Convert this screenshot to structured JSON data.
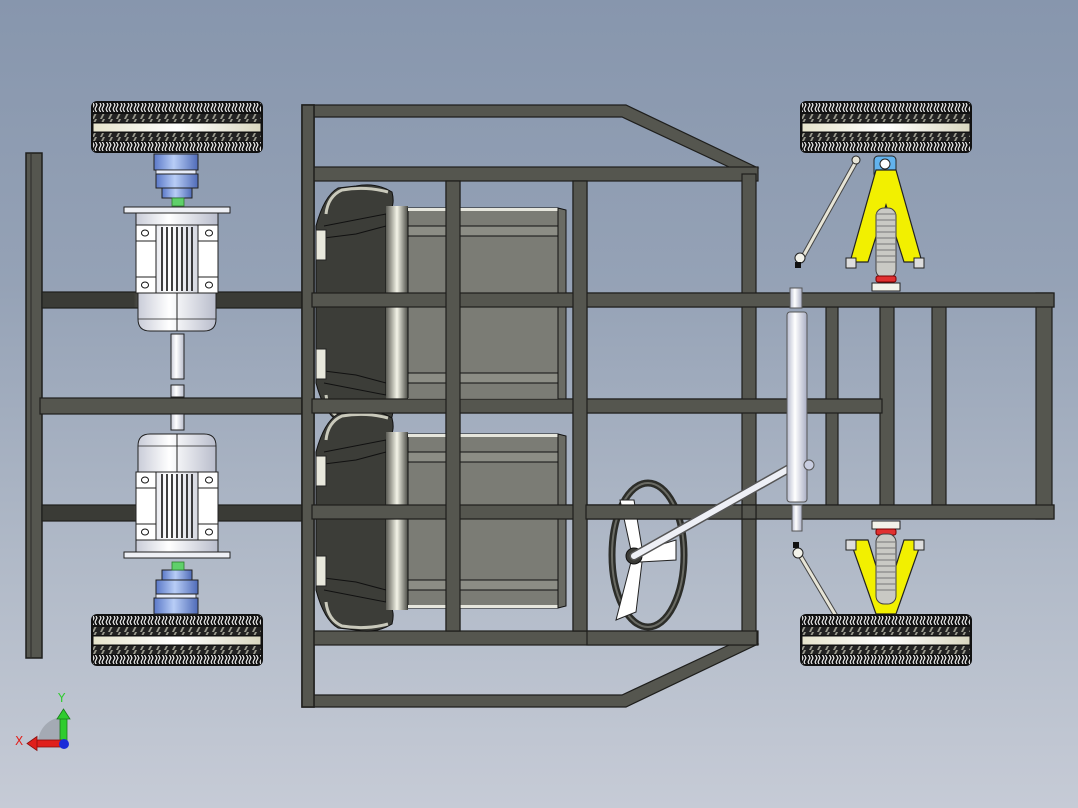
{
  "viewport": {
    "background_top": "#8796ad",
    "background_bottom": "#c6cbd6",
    "view": "top",
    "model": "go-kart chassis assembly"
  },
  "colors": {
    "frame_tube": "#55564f",
    "frame_edge": "#1e1e1c",
    "tire": "#1a1a1a",
    "tire_band": "#f2f1e4",
    "hub": "#7f9fe0",
    "motor_body": "#eef0f6",
    "shaft_green": "#5fd06a",
    "a_arm_yellow": "#f2f000",
    "upright_blue": "#62b3ee",
    "spring_red": "#e03030",
    "seat_dark": "#3a3b36",
    "seat_pan": "#7a7b74"
  },
  "components": {
    "wheels": [
      {
        "name": "rear-left-wheel"
      },
      {
        "name": "rear-right-wheel"
      },
      {
        "name": "front-left-wheel"
      },
      {
        "name": "front-right-wheel"
      }
    ],
    "motors": [
      {
        "name": "rear-motor-upper"
      },
      {
        "name": "rear-motor-lower"
      }
    ],
    "seats": [
      {
        "name": "driver-seat"
      },
      {
        "name": "passenger-seat"
      }
    ],
    "steering": {
      "name": "steering-wheel"
    },
    "suspension": [
      {
        "name": "front-upper-a-arm"
      },
      {
        "name": "front-lower-a-arm"
      }
    ]
  },
  "triad": {
    "x_label": "X",
    "y_label": "Y",
    "x_color": "#e0201c",
    "y_color": "#2ecc2e",
    "z_color": "#1a2ad8"
  }
}
